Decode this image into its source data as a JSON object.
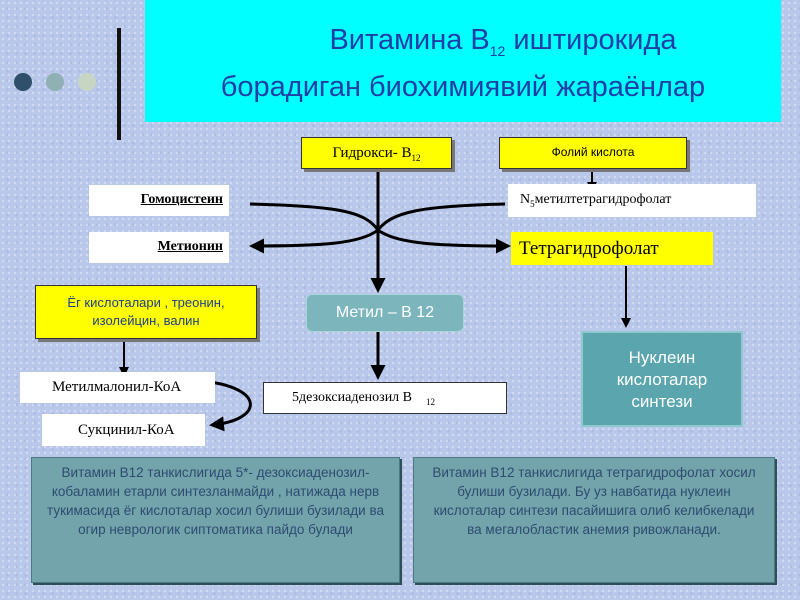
{
  "title": {
    "line1_pre": "Витамина В",
    "line1_sub": "12",
    "line1_post": " иштирокида",
    "line2": "борадиган биохимиявий жараёнлар"
  },
  "nodes": {
    "hydroxy": {
      "pre": "Гидрокси- В",
      "sub": "12"
    },
    "folic": "Фолий кислота",
    "homocysteine": "Гомоцистеин",
    "n5_pre": "N",
    "n5_sub": "5",
    "n5_post": "метилтетрагидрофолат",
    "methionine": "Метионин",
    "thf": "Тетрагидрофолат",
    "acids": "Ёг кислоталари , треонин, изолейцин, валин",
    "methyl_b12": "Метил – В 12",
    "nucleic": "Нуклеин кислоталар синтези",
    "methylmalonyl": "Метилмалонил-КоА",
    "deoxy_pre": "5",
    "deoxy_mid": "дезоксиаденозил  В",
    "deoxy_sub": "12",
    "succinyl": "Сукцинил-КоА"
  },
  "notes": {
    "left": "Витамин В12 танкислигида 5*- дезоксиаденозил- кобаламин етарли синтезланмайди , натижада  нерв тукимасида ёг кислоталар хосил булиши бузилади ва огир неврологик сиптоматика пайдо булади",
    "right": "Витамин В12 танкислигида тетрагидрофолат хосил булиши бузилади. Бу уз навбатида нуклеин кислоталар синтези пасайишига олиб келибкелади ва мегалобластик анемия ривожланади."
  },
  "colors": {
    "title_bg": "#00ffff",
    "title_text": "#1f3fa8",
    "highlight_yellow": "#ffff00",
    "teal": "#5aa5ae",
    "note_bg": "#74a4ab",
    "background": "#b8c7ea"
  }
}
